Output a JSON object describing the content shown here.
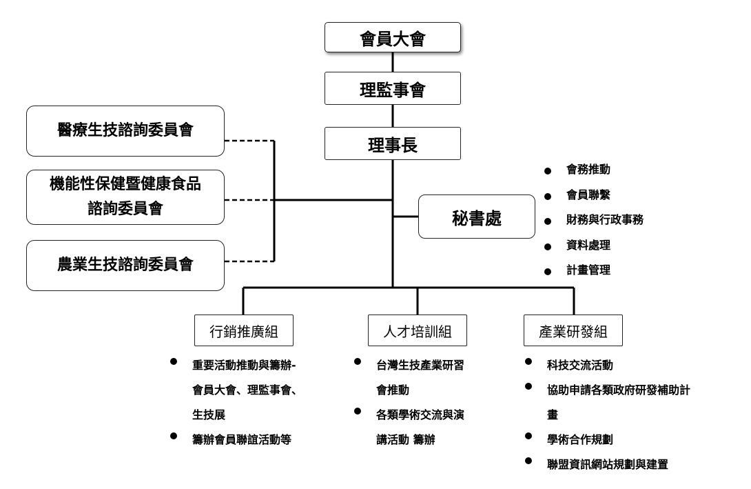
{
  "general_assembly": "會員大會",
  "board": "理監事會",
  "chairman": "理事長",
  "secretariat": {
    "label": "秘書處",
    "duties": [
      "會務推動",
      "會員聯繫",
      "財務與行政事務",
      "資料處理",
      "計畫管理"
    ]
  },
  "advisory": {
    "medical": "醫療生技諮詢委員會",
    "functional_line1": "機能性保健暨健康食品",
    "functional_line2": "諮詢委員會",
    "agriculture": "農業生技諮詢委員會"
  },
  "groups": {
    "marketing": {
      "label": "行銷推廣組",
      "items": [
        {
          "lines": [
            "重要活動推動與籌辦-",
            "會員大會、理監事會、",
            "生技展"
          ]
        },
        {
          "lines": [
            "籌辦會員聯誼活動等"
          ]
        }
      ]
    },
    "training": {
      "label": "人才培訓組",
      "items": [
        {
          "lines": [
            "台灣生技產業研習",
            "會推動"
          ]
        },
        {
          "lines": [
            "各類學術交流與演",
            "講活動 籌辦"
          ]
        }
      ]
    },
    "industry": {
      "label": "產業研發組",
      "items": [
        {
          "lines": [
            "科技交流活動"
          ]
        },
        {
          "lines": [
            "協助申請各類政府研發補助計",
            "畫"
          ]
        },
        {
          "lines": [
            "學術合作規劃"
          ]
        },
        {
          "lines": [
            "聯盟資訊網站規劃與建置"
          ]
        }
      ]
    }
  }
}
